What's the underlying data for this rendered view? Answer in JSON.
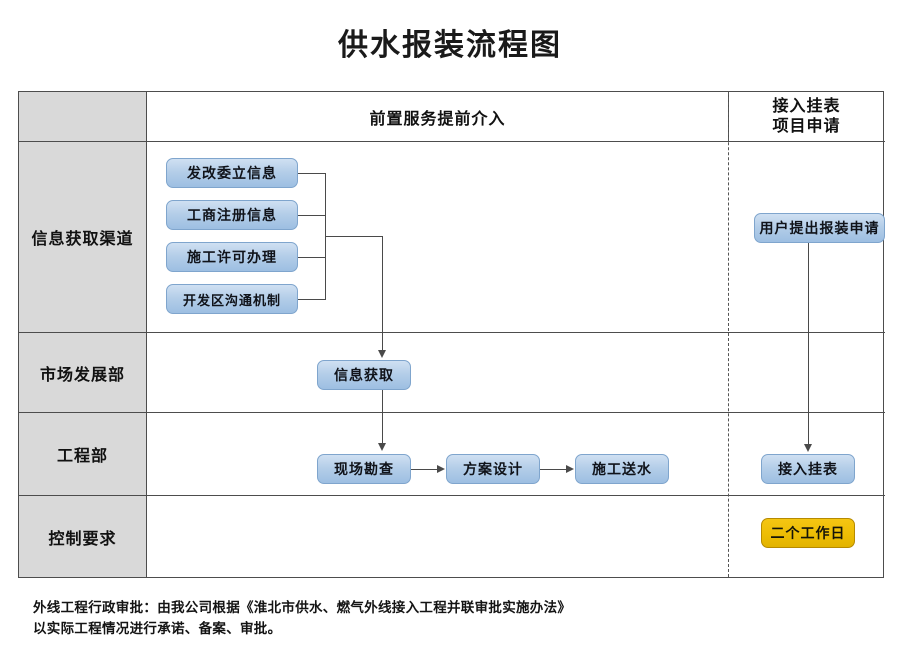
{
  "title": "供水报装流程图",
  "header": {
    "corner_label": "",
    "center_label": "前置服务提前介入",
    "right_label_line1": "接入挂表",
    "right_label_line2": "项目申请"
  },
  "rows": [
    {
      "label": "信息获取渠道"
    },
    {
      "label": "市场发展部"
    },
    {
      "label": "工程部"
    },
    {
      "label": "控制要求"
    }
  ],
  "nodes": {
    "source_channels": [
      "发改委立信息",
      "工商注册信息",
      "施工许可办理",
      "开发区沟通机制"
    ],
    "info_acquire": "信息获取",
    "engineering": [
      "现场勘查",
      "方案设计",
      "施工送水"
    ],
    "user_apply": "用户提出报装申请",
    "connect_meter": "接入挂表",
    "control_requirement": "二个工作日"
  },
  "footer": {
    "line1": "外线工程行政审批：由我公司根据《淮北市供水、燃气外线接入工程并联审批实施办法》",
    "line2": "以实际工程情况进行承诺、备案、审批。"
  },
  "colors": {
    "node_blue": "#b3cde8",
    "node_blue_border": "#7fa5cd",
    "node_gold": "#edbd04",
    "header_gray": "#d9d9d9",
    "grid_line": "#4d4d4d",
    "connector": "#4a4a4a"
  }
}
